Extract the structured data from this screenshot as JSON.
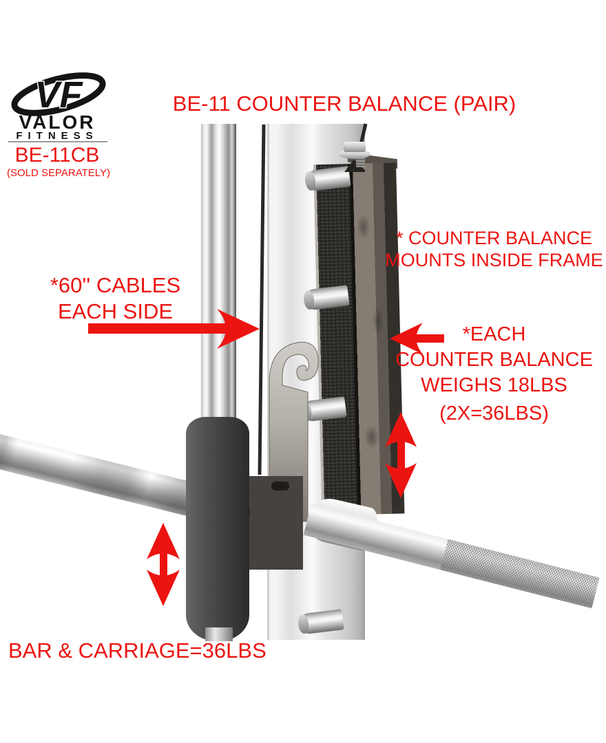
{
  "colors": {
    "annotation_red": "#EC1410",
    "logo_black": "#151413"
  },
  "logo": {
    "monogram": "VF",
    "brand": "VALOR",
    "brand_sub": "FITNESS",
    "model": "BE-11CB",
    "sold_note": "(SOLD SEPARATELY)"
  },
  "title": "BE-11 COUNTER BALANCE (PAIR)",
  "annotations": {
    "cables_line1": "*60'' CABLES",
    "cables_line2": "EACH SIDE",
    "mounts_line1": "* COUNTER BALANCE",
    "mounts_line2": "MOUNTS INSIDE FRAME",
    "weight_line1": "*EACH",
    "weight_line2": "COUNTER BALANCE",
    "weight_line3": "WEIGHS 18LBS",
    "weight_line4": "(2X=36LBS)",
    "bar_carriage": "BAR & CARRIAGE=36LBS"
  }
}
